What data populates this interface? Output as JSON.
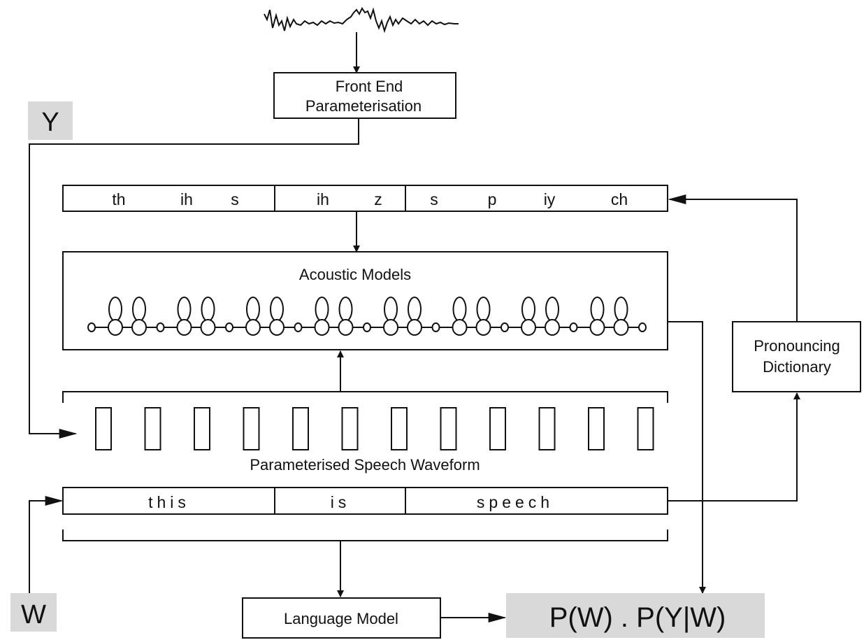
{
  "front_end": {
    "line1": "Front End",
    "line2": "Parameterisation"
  },
  "labels": {
    "y": "Y",
    "w": "W"
  },
  "phones": {
    "group1": [
      "th",
      "ih",
      "s"
    ],
    "group2": [
      "ih",
      "z"
    ],
    "group3": [
      "s",
      "p",
      "iy",
      "ch"
    ]
  },
  "acoustic_models": {
    "title": "Acoustic Models",
    "hmm_count": 8
  },
  "param_waveform": {
    "label": "Parameterised Speech Waveform",
    "frame_count": 12
  },
  "words": [
    "this",
    "is",
    "speech"
  ],
  "pronouncing_dictionary": {
    "line1": "Pronouncing",
    "line2": "Dictionary"
  },
  "language_model": "Language Model",
  "result": "P(W) . P(Y|W)",
  "colors": {
    "highlight": "#d9d9d9",
    "stroke": "#111111"
  }
}
